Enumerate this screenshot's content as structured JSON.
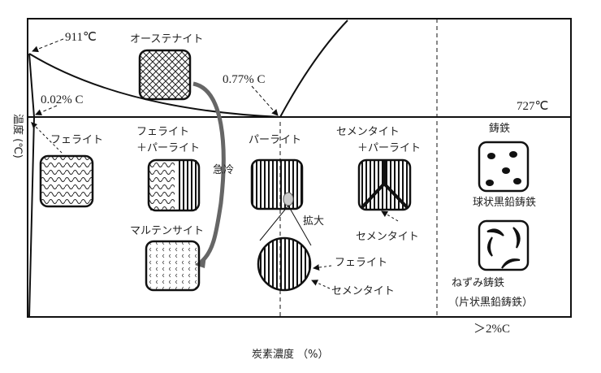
{
  "title_y_axis": "温度 (℃)",
  "title_x_axis": "炭素濃度 （%）",
  "annotations": {
    "t911": "911℃",
    "t727": "727℃",
    "c002": "0.02% C",
    "c077": "0.77% C",
    "quench": "急冷",
    "enlarge": "拡大",
    "over2": "＞2%C"
  },
  "phases": {
    "austenite": "オーステナイト",
    "ferrite": "フェライト",
    "ferrite_pearlite_1": "フェライト",
    "ferrite_pearlite_2": "＋パーライト",
    "pearlite": "パーライト",
    "cementite_pearlite_1": "セメンタイト",
    "cementite_pearlite_2": "＋パーライト",
    "cementite_pointer": "セメンタイト",
    "martensite": "マルテンサイト",
    "zoom_ferrite": "フェライト",
    "zoom_cementite": "セメンタイト",
    "cast_iron": "鋳鉄",
    "ductile": "球状黒鉛鋳鉄",
    "gray_1": "ねずみ鋳鉄",
    "gray_2": "（片状黒鉛鋳鉄）"
  }
}
